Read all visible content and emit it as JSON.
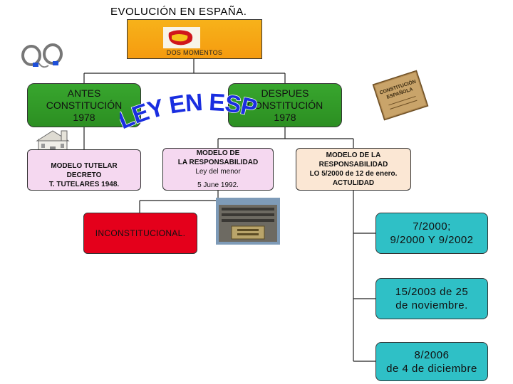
{
  "title": "EVOLUCIÓN EN ESPAÑA.",
  "root": {
    "label": "DOS MOMENTOS"
  },
  "branches": {
    "antes": {
      "lines": [
        "ANTES",
        "CONSTITUCIÓN",
        "1978"
      ]
    },
    "despues": {
      "lines": [
        "DESPUES",
        "CONSTITUCIÓN",
        "1978"
      ]
    }
  },
  "banner": {
    "text": "LEY EN ESPAÑA"
  },
  "tutelar": {
    "lines": [
      "MODELO TUTELAR",
      "DECRETO",
      "T. TUTELARES 1948."
    ]
  },
  "responsabilidad_1": {
    "lines": [
      "MODELO DE",
      "LA RESPONSABILIDAD",
      "Ley del menor",
      "5 June 1992."
    ]
  },
  "responsabilidad_2": {
    "lines": [
      "MODELO DE LA",
      "RESPONSABILIDAD",
      "LO 5/2000 de 12 de enero.",
      "ACTULIDAD"
    ]
  },
  "inconstitucional": {
    "label": "INCONSTITUCIONAL."
  },
  "reformas": [
    {
      "lines": [
        "7/2000;",
        "9/2000 Y 9/2002"
      ]
    },
    {
      "lines": [
        "15/2003 de 25",
        "de noviembre."
      ]
    },
    {
      "lines": [
        "8/2006",
        "de 4 de diciembre"
      ]
    }
  ],
  "images": {
    "book": {
      "lines": [
        "CONSTITUCIÓN",
        "ESPAÑOLA"
      ]
    }
  },
  "colors": {
    "root": "#f59b0f",
    "branch": "#2c8f22",
    "model": "#f5d8f0",
    "inconstitucional": "#e4001b",
    "reform": "#2fc0c6",
    "banner": "#1a2ee0"
  }
}
